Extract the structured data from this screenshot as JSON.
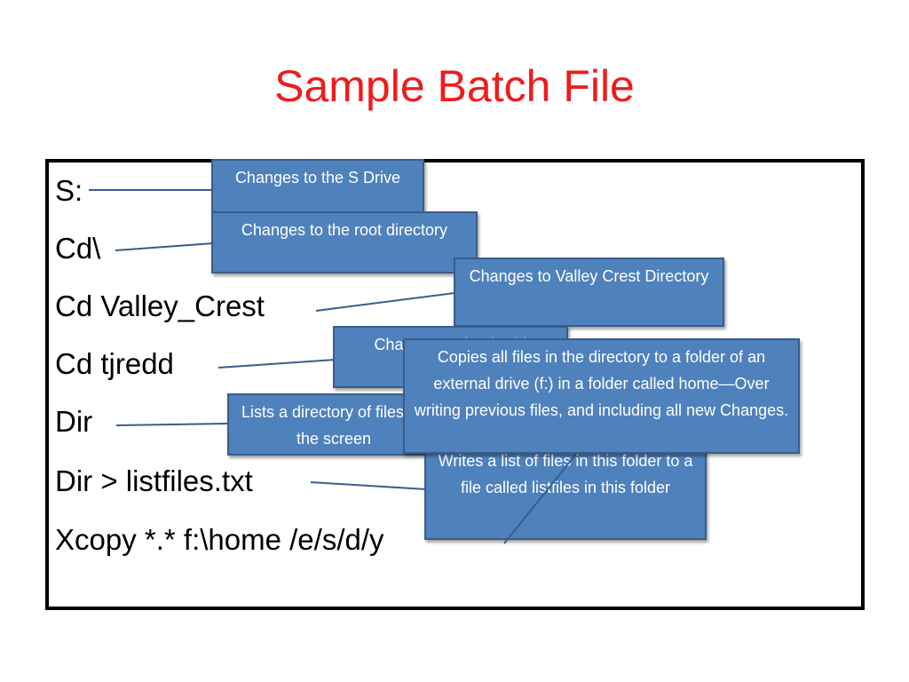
{
  "slide": {
    "title": "Sample Batch File"
  },
  "commands": [
    "S:",
    "Cd\\",
    "Cd Valley_Crest",
    "Cd tjredd",
    "Dir",
    "Dir > listfiles.txt",
    "Xcopy *.* f:\\home /e/s/d/y"
  ],
  "callouts": {
    "s_drive": "Changes to the S Drive",
    "root": "Changes to the root directory",
    "valley": "Changes to Valley Crest Directory",
    "tjredd": "Changes to the tjredd subfolder",
    "dir": "Lists a directory of files on the screen",
    "listfiles": "Writes a list of files in this folder to a file called listfiles in this folder",
    "xcopy": "Copies all files in the directory to a folder of an external drive (f:) in a folder called home—Over writing previous files, and including all new Changes."
  },
  "colors": {
    "title": "#ee1c1c",
    "callout_fill": "#4f81bd",
    "callout_border": "#385d8a",
    "connector": "#385d8a"
  }
}
